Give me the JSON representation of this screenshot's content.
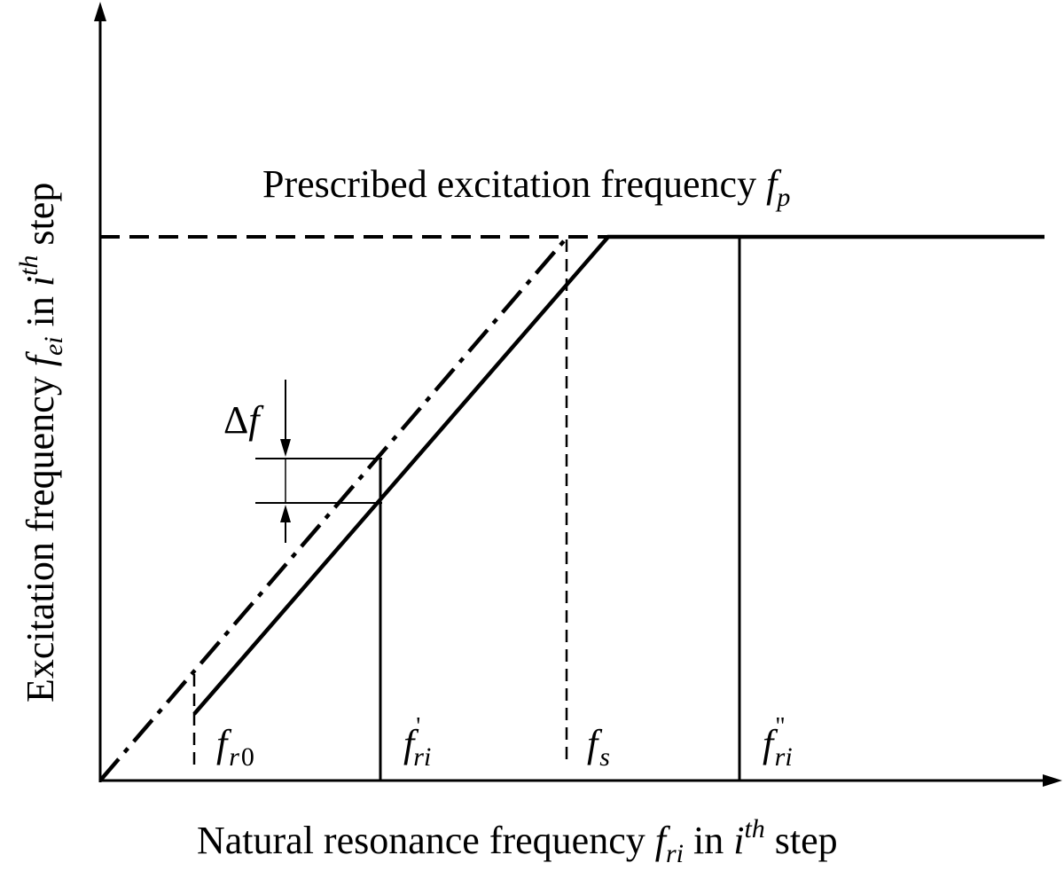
{
  "texts": {
    "title_main": "Prescribed excitation frequency ",
    "title_symbol": "f",
    "title_sub": "p",
    "xlabel_main": "Natural resonance frequency ",
    "xlabel_sym": "f",
    "xlabel_sub": "ri",
    "xlabel_in": " in ",
    "xlabel_i": "i",
    "xlabel_sup": "th",
    "xlabel_step": " step",
    "ylabel_main": "Excitation frequency ",
    "ylabel_sym": "f",
    "ylabel_sub": "ei",
    "ylabel_in": " in ",
    "ylabel_i": "i",
    "ylabel_sup": "th",
    "ylabel_step": " step",
    "delta_sym": "Δ",
    "delta_f": "f",
    "fr0_sym": "f",
    "fr0_sub_r": "r",
    "fr0_sub_0": "0",
    "fri1_sym": "f",
    "fri1_sup": "'",
    "fri1_sub": "ri",
    "fs_sym": "f",
    "fs_sub": "s",
    "fri2_sym": "f",
    "fri2_sup": "\"",
    "fri2_sub": "ri"
  },
  "colors": {
    "ink": "#000000",
    "background": "#ffffff"
  }
}
